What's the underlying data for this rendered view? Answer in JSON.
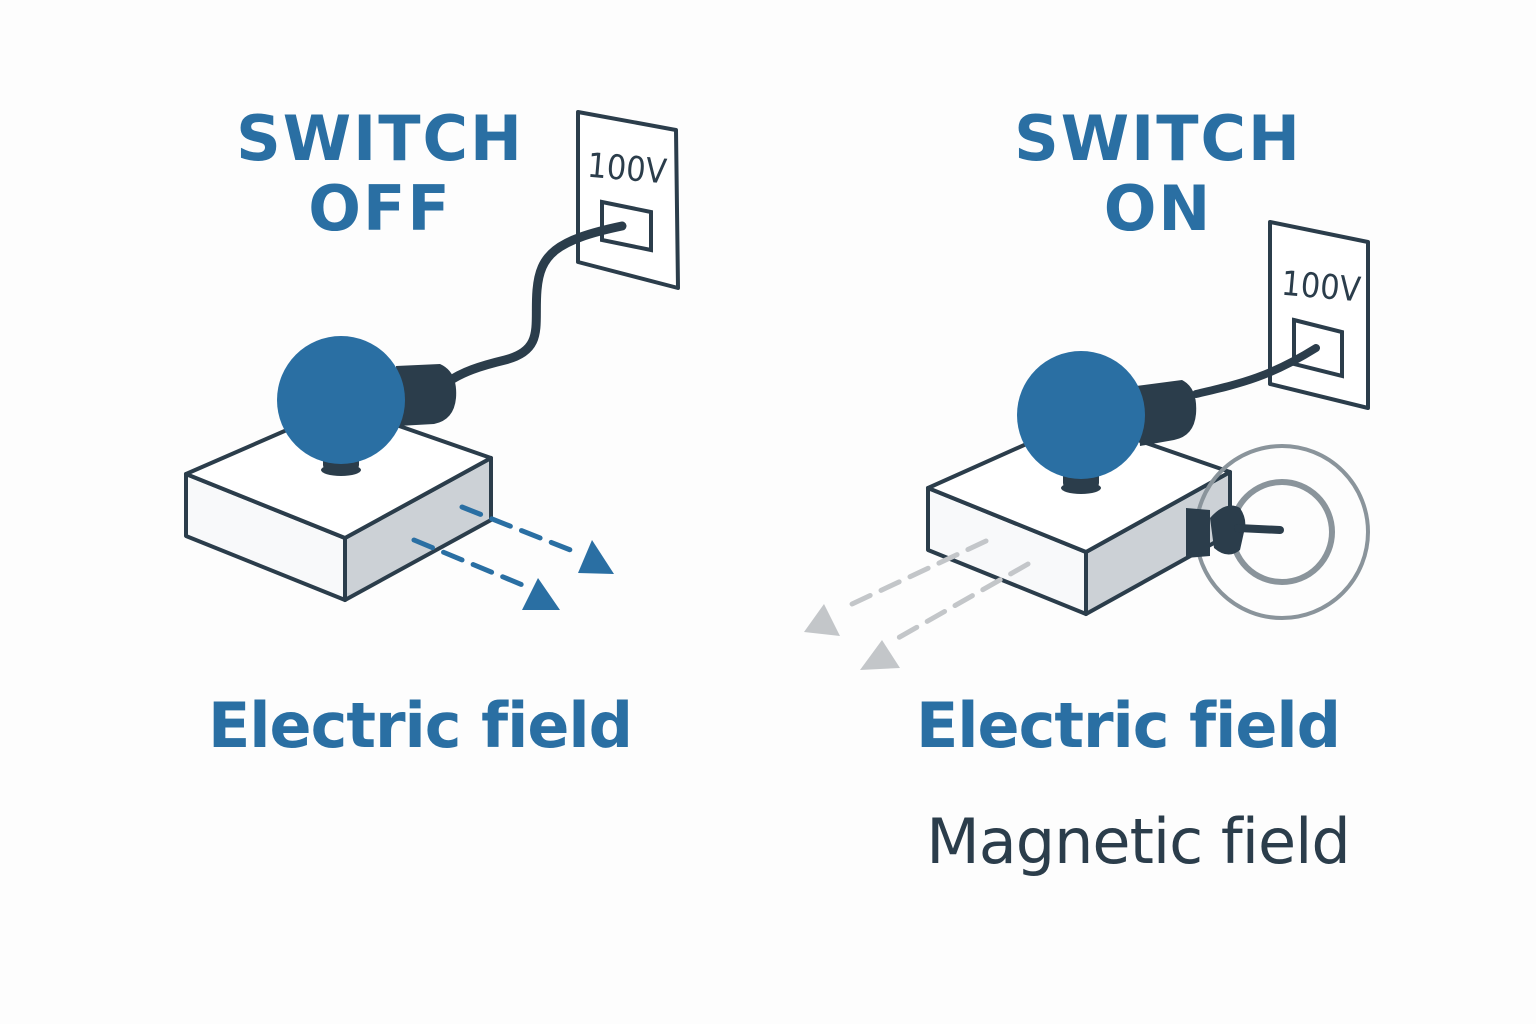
{
  "colors": {
    "accent_blue": "#2a6fa3",
    "dark": "#2b3d4b",
    "bulb": "#2a6fa3",
    "box_face": "#f8f9fa",
    "box_side": "#ccd1d6",
    "field_arrow_off": "#2a6fa3",
    "field_arrow_on": "#c3c6c9",
    "magnetic_rings": "#8a949b"
  },
  "left_panel": {
    "title_line1": "SWITCH",
    "title_line2": "OFF",
    "outlet_voltage": "100V",
    "field_label": "Electric field"
  },
  "right_panel": {
    "title_line1": "SWITCH",
    "title_line2": "ON",
    "outlet_voltage": "100V",
    "electric_field_label": "Electric field",
    "magnetic_field_label": "Magnetic field"
  }
}
